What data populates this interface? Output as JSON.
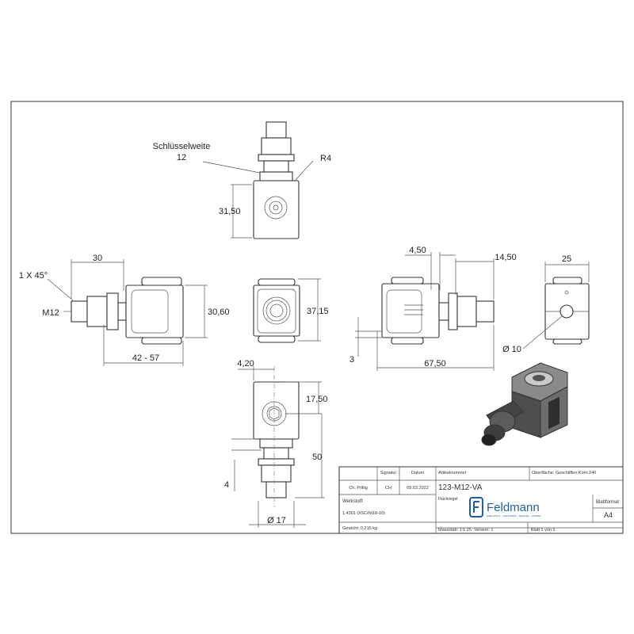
{
  "dimensions": {
    "top_view": {
      "wrench_label_line1": "Schlüsselweite",
      "wrench_label_line2": "12",
      "radius": "R4",
      "height": "31,50"
    },
    "left_view": {
      "chamfer": "1 X 45°",
      "length_top": "30",
      "thread": "M12",
      "height": "30,60",
      "length_bottom": "42 - 57"
    },
    "front_view": {
      "height": "37,15"
    },
    "right_view": {
      "offset_top": "4,50",
      "length_top": "14,50",
      "offset_left": "3",
      "length_bottom": "67,50"
    },
    "side_view": {
      "width": "25",
      "hole": "Ø 10"
    },
    "bottom_view": {
      "offset": "4,20",
      "depth": "17,50",
      "length": "50",
      "small": "4",
      "diameter": "Ø 17"
    }
  },
  "title_block": {
    "headers": [
      "",
      "Signatur",
      "Datum",
      "Artikelnummer",
      "Oberfläche:  Geschliffen Korn 240"
    ],
    "drawn_by": "Ch. Prillig",
    "signature": "CH",
    "date": "09.03.2022",
    "article_number": "123-M12-VA",
    "material_label": "Werkstoff:",
    "material_value": "1.4301 (X5CrNi18-10)",
    "weight": "Gewicht: 0,215 kg",
    "scale": "Massstab: 1:1,25",
    "version": "Version: 1",
    "sheet": "Blatt 1 von 5",
    "description_label": "Flachriegel",
    "logo_text": "Feldmann",
    "logo_subtitle": "EDELSTAHL – GELÄNDER – TECHNIK – HANDEL",
    "format_label": "Blattformat",
    "format_value": "A4"
  },
  "colors": {
    "line": "#333333",
    "render_body": "#5a5a5a",
    "logo_blue": "#1f5f9e"
  }
}
